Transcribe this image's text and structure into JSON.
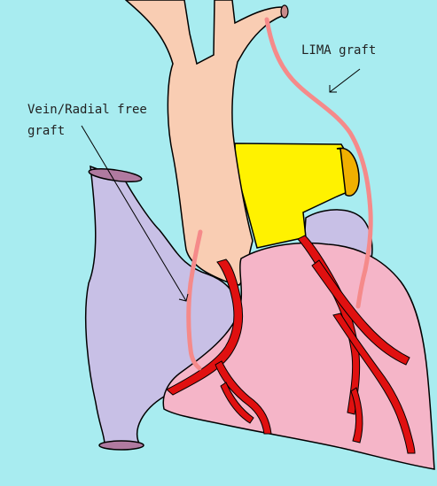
{
  "labels": {
    "lima": "LIMA graft",
    "vein_line1": "Vein/Radial free",
    "vein_line2": "graft"
  },
  "colors": {
    "background": "#a8ecf0",
    "aorta": "#f9cdb3",
    "heart": "#f5b5c8",
    "atrium": "#c8c0e6",
    "pulmonary_artery": "#fff200",
    "coronary_artery": "#e01010",
    "graft": "#f58a8a",
    "outline": "#000000"
  }
}
